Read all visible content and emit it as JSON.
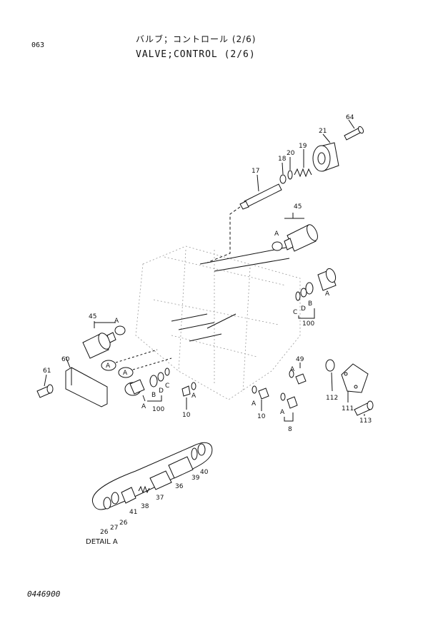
{
  "header": {
    "page_number": "063",
    "title_jp": "バルブ；コントロール (2/6)",
    "title_en": "VALVE;CONTROL (2/6)"
  },
  "footer": {
    "drawing_number": "0446900"
  },
  "callouts": {
    "c64": "64",
    "c21": "21",
    "c19": "19",
    "c20": "20",
    "c18": "18",
    "c17": "17",
    "c45a": "45",
    "c45b": "45",
    "cA1": "A",
    "cA2": "A",
    "cA3": "A",
    "cC1": "C",
    "cD1": "D",
    "cB1": "B",
    "c100a": "100",
    "c60": "60",
    "c61": "61",
    "cA4": "A",
    "cA5": "A",
    "cB2": "B",
    "cD2": "D",
    "cC2": "C",
    "cA6": "A",
    "c100b": "100",
    "cA7": "A",
    "c10a": "10",
    "c49": "49",
    "cA8": "A",
    "cA9": "A",
    "c10b": "10",
    "cA10": "A",
    "c8": "8",
    "c112": "112",
    "c111": "111",
    "c113": "113",
    "c40": "40",
    "c39": "39",
    "c36": "36",
    "c37": "37",
    "c38": "38",
    "c41": "41",
    "c26a": "26",
    "c27": "27",
    "c26b": "26"
  },
  "detail_label": "DETAIL A"
}
